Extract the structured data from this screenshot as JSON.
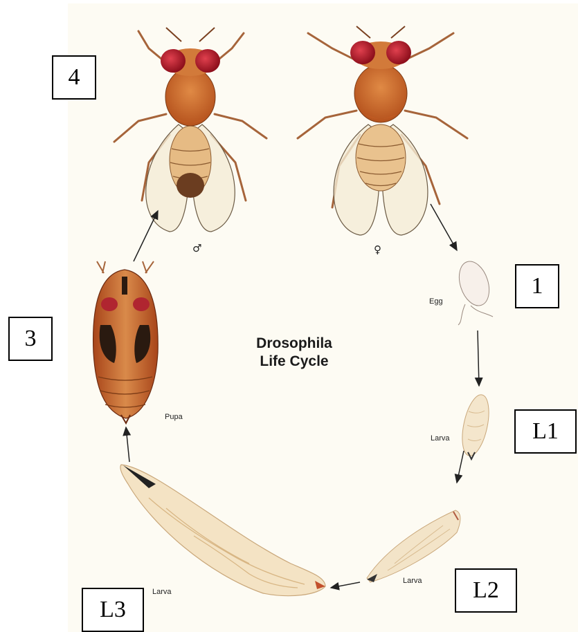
{
  "title_line1": "Drosophila",
  "title_line2": "Life Cycle",
  "stage_labels": {
    "egg": "Egg",
    "larva_l1": "Larva",
    "larva_l2": "Larva",
    "larva_l3": "Larva",
    "pupa": "Pupa"
  },
  "sex_symbols": {
    "male": "♂",
    "female": "♀"
  },
  "boxes": {
    "b4": "4",
    "b3": "3",
    "b1": "1",
    "bl1": "L1",
    "bl2": "L2",
    "bl3": "L3"
  },
  "colors": {
    "eye": "#c0182a",
    "body": "#c96a2a",
    "wing": "#f4ecd6",
    "larva": "#f3e4c8"
  }
}
